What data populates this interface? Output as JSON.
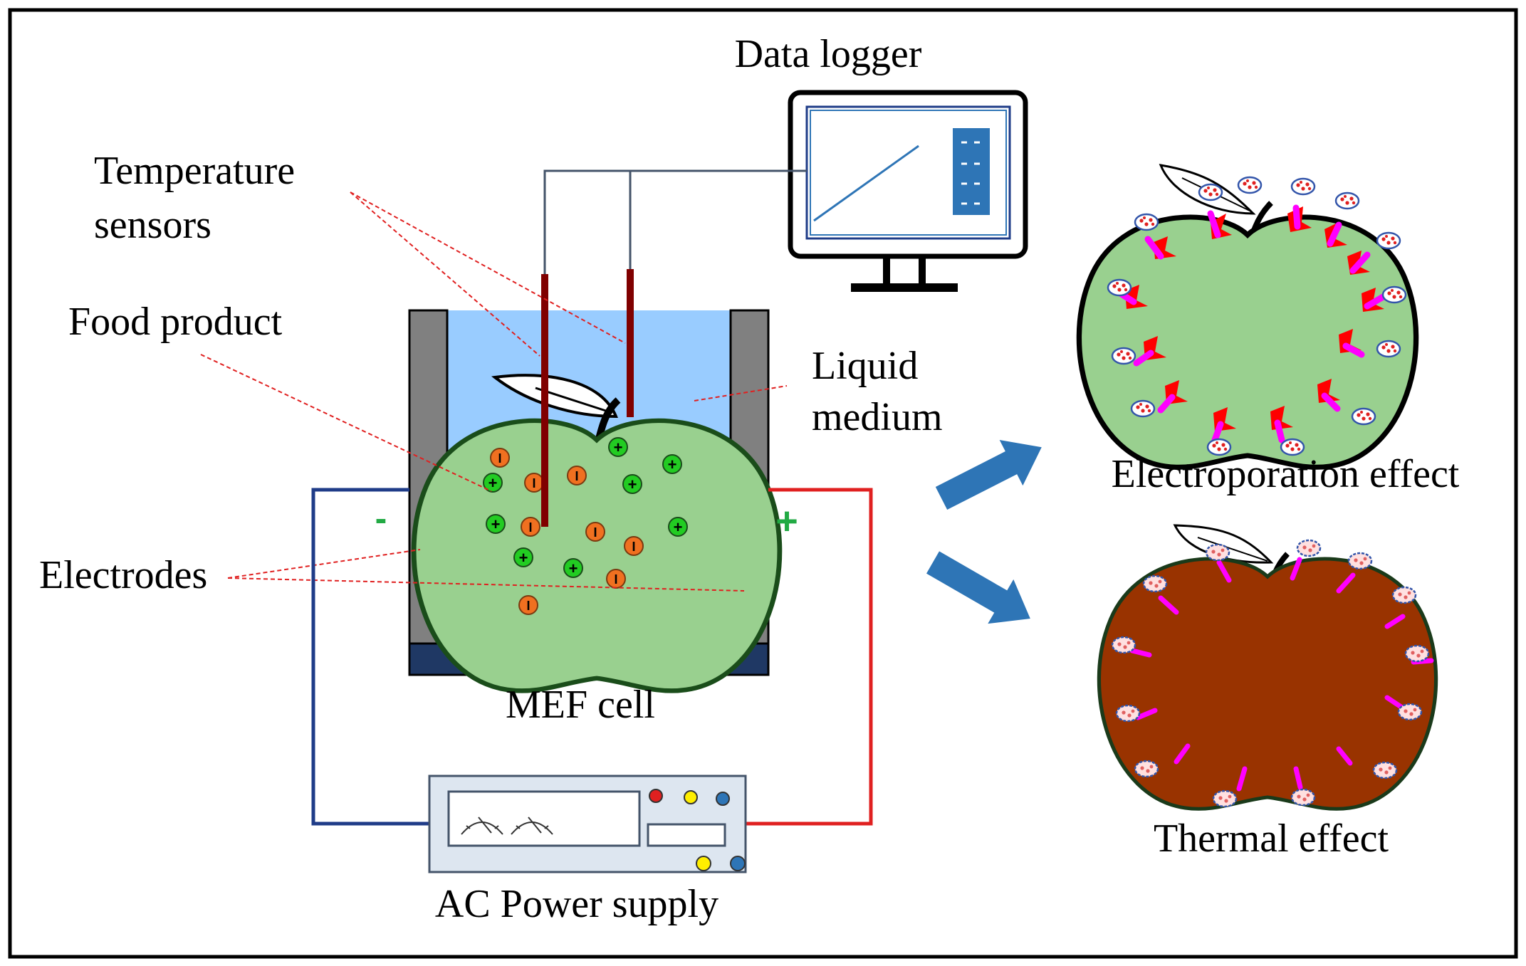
{
  "labels": {
    "data_logger": "Data logger",
    "temperature_sensors_line1": "Temperature",
    "temperature_sensors_line2": "sensors",
    "food_product": "Food product",
    "liquid_medium_line1": "Liquid",
    "liquid_medium_line2": "medium",
    "electrodes": "Electrodes",
    "mef_cell": "MEF cell",
    "ac_power_supply": "AC Power supply",
    "electroporation_effect": "Electroporation effect",
    "thermal_effect": "Thermal effect"
  },
  "signs": {
    "negative": "-",
    "positive": "+",
    "ion_positive": "+",
    "ion_negative": "I"
  },
  "colors": {
    "frame": "#000000",
    "liquid": "#99ccff",
    "electrode": "#808080",
    "cell_base": "#1f3864",
    "apple_green": "#99d08f",
    "apple_brown": "#993300",
    "apple_outline": "#1a4d1a",
    "positive_ion": "#22cc22",
    "negative_ion": "#f07020",
    "wire_negative": "#1f3c88",
    "wire_positive": "#e02020",
    "sensor": "#800000",
    "arrow": "#2e75b6",
    "pore_arrow": "#ff00ff",
    "pore_burst": "#ff0000",
    "sign_green": "#22aa44",
    "leader_line": "#e02020"
  }
}
